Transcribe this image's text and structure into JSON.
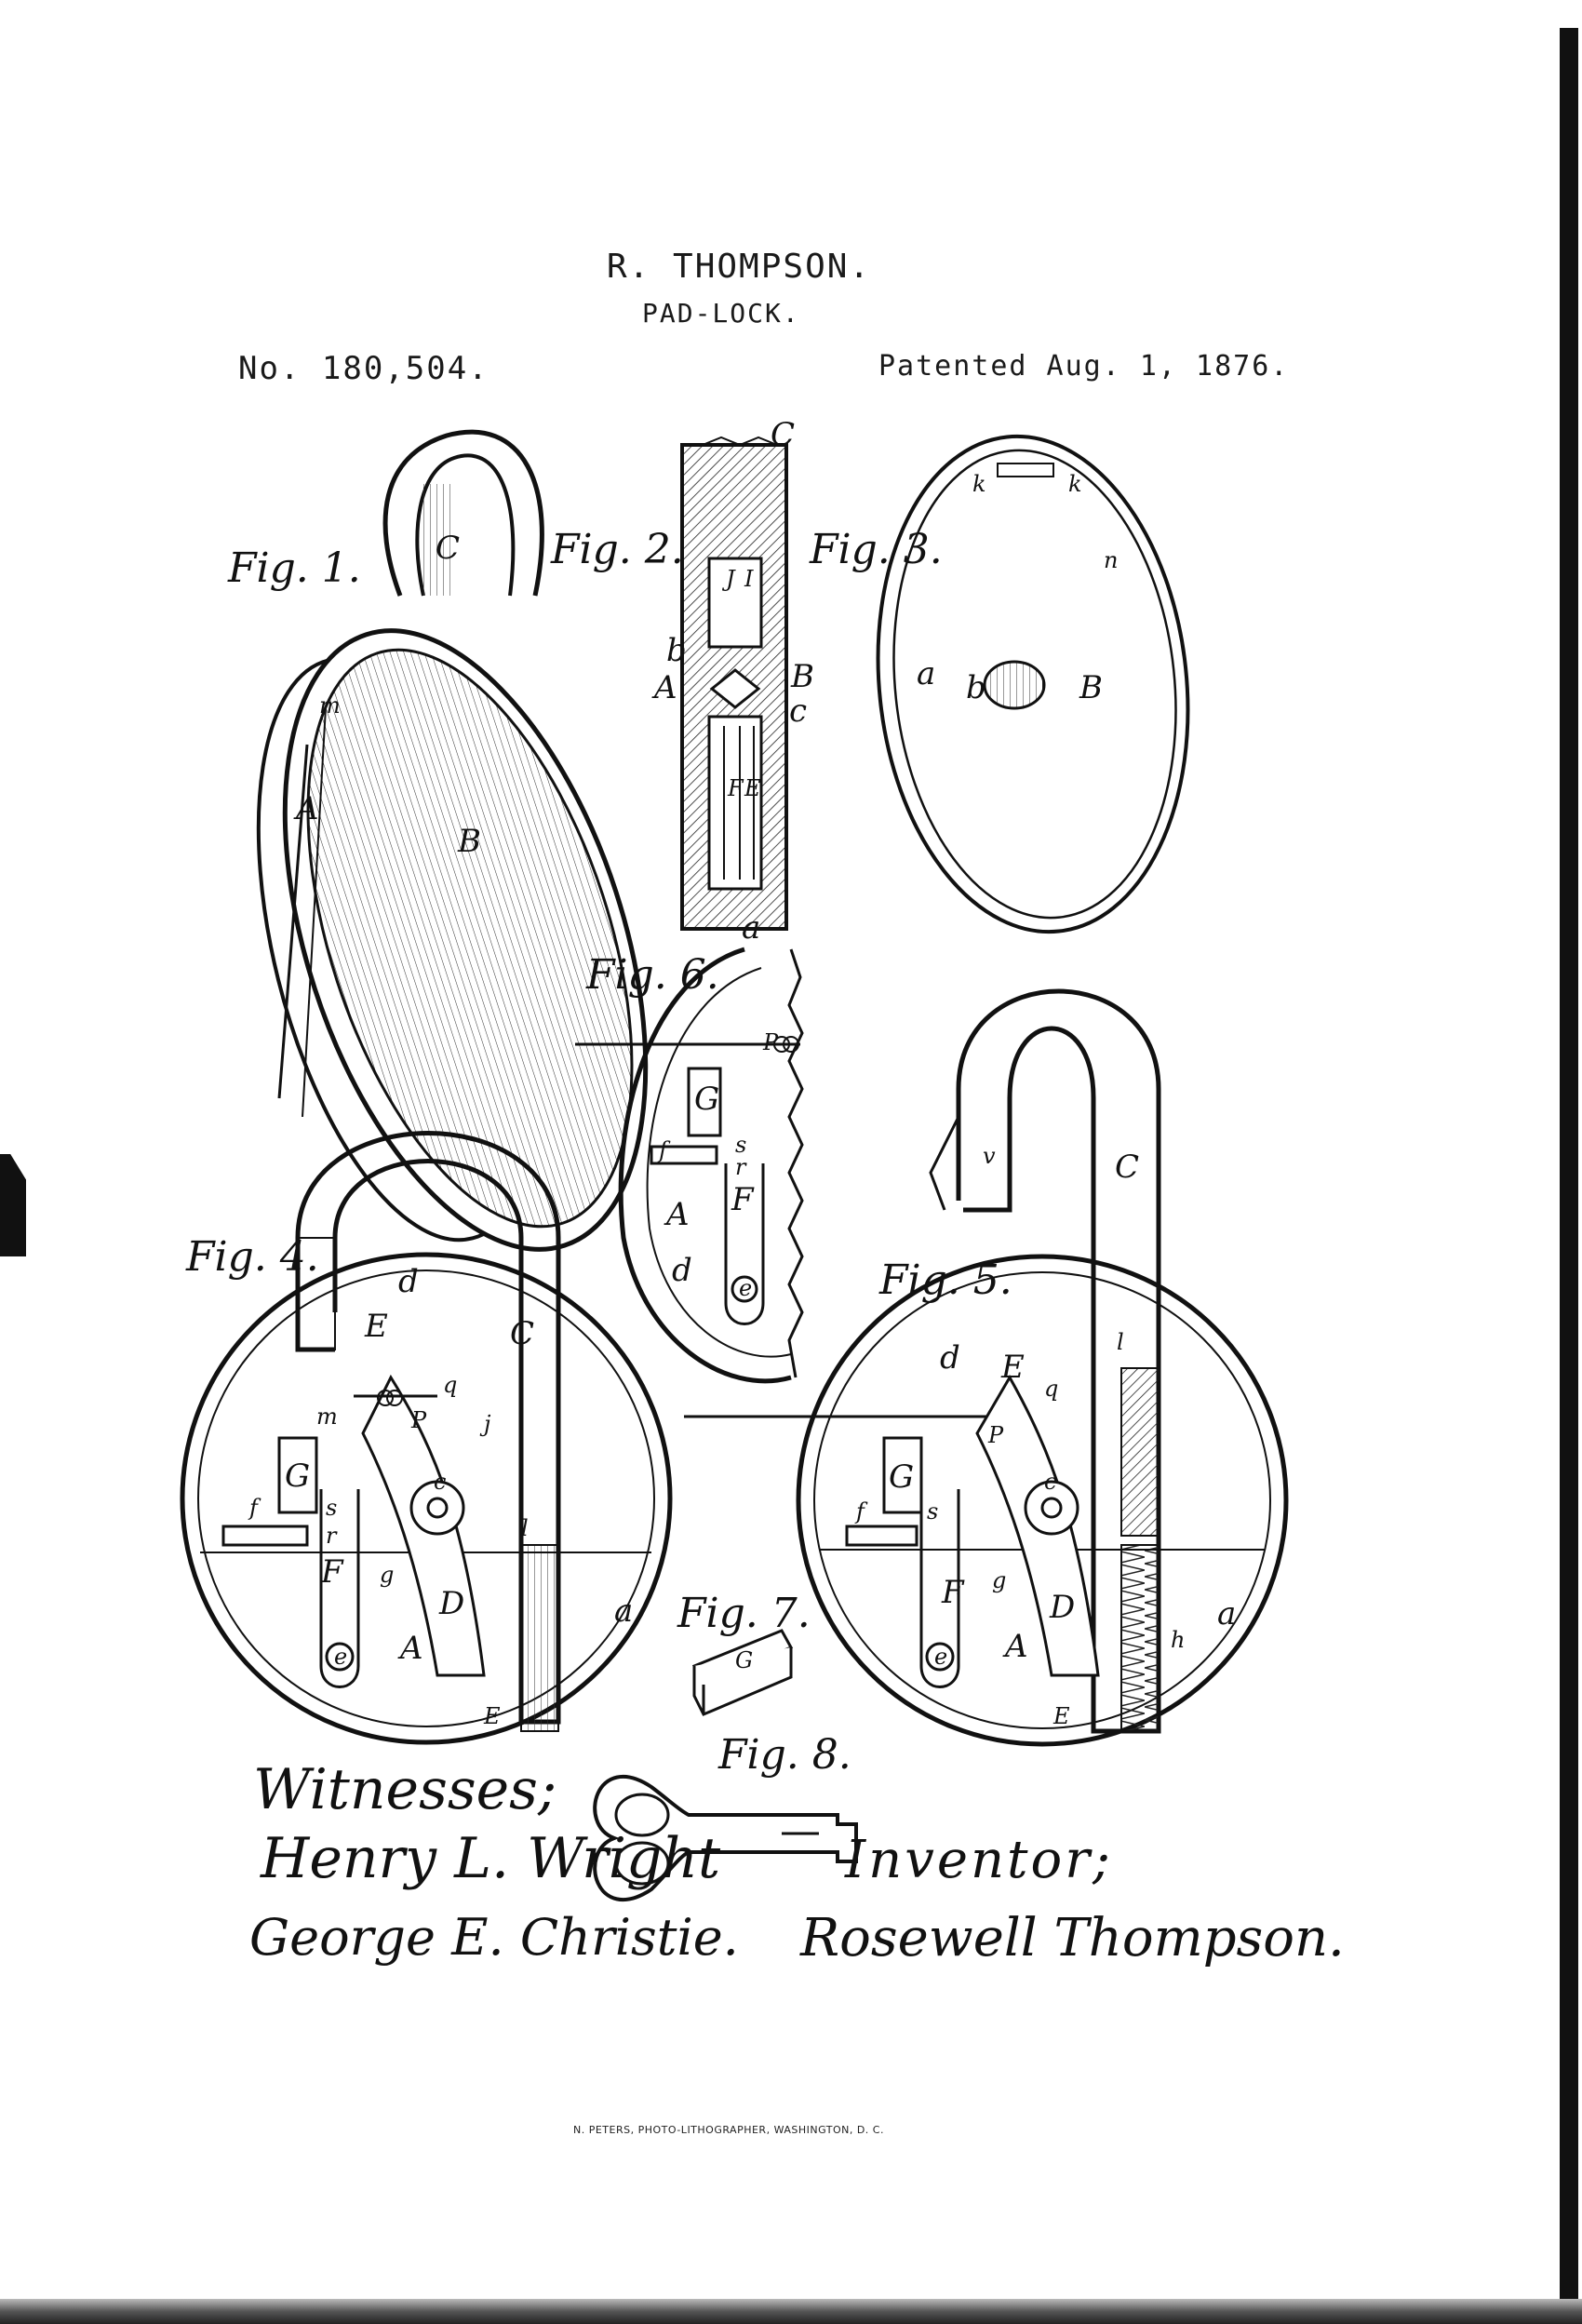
{
  "header": {
    "name": "R. THOMPSON.",
    "title": "PAD-LOCK.",
    "patent_number": "No. 180,504.",
    "patent_date": "Patented Aug. 1, 1876."
  },
  "figures": {
    "fig1": {
      "label": "Fig. 1.",
      "refs": {
        "C": "C",
        "A": "A",
        "B": "B",
        "m": "m"
      }
    },
    "fig2": {
      "label": "Fig. 2.",
      "refs": {
        "C": "C",
        "J": "J",
        "I": "I",
        "b": "b",
        "A": "A",
        "B": "B",
        "c": "c",
        "F": "F",
        "E": "E",
        "a": "a"
      }
    },
    "fig3": {
      "label": "Fig. 3.",
      "refs": {
        "k1": "k",
        "k2": "k",
        "n": "n",
        "a": "a",
        "b": "b",
        "B": "B"
      }
    },
    "fig4": {
      "label": "Fig. 4.",
      "refs": {
        "d": "d",
        "E1": "E",
        "C": "C",
        "q": "q",
        "p": "P",
        "G": "G",
        "f": "f",
        "s": "s",
        "r": "r",
        "F": "F",
        "g": "g",
        "c": "c",
        "D": "D",
        "A": "A",
        "e": "e",
        "E2": "E",
        "a": "a",
        "l": "l",
        "m": "m",
        "j": "j"
      }
    },
    "fig5": {
      "label": "Fig. 5.",
      "refs": {
        "C": "C",
        "d": "d",
        "E1": "E",
        "q": "q",
        "l": "l",
        "p": "P",
        "G": "G",
        "f": "f",
        "s": "s",
        "F": "F",
        "g": "g",
        "c": "c",
        "D": "D",
        "A": "A",
        "e": "e",
        "E2": "E",
        "h": "h",
        "a": "a",
        "v": "v"
      }
    },
    "fig6": {
      "label": "Fig. 6.",
      "refs": {
        "p": "P",
        "G": "G",
        "f": "f",
        "s": "s",
        "r": "r",
        "A": "A",
        "F": "F",
        "d": "d",
        "e": "e"
      }
    },
    "fig7": {
      "label": "Fig. 7.",
      "refs": {
        "G": "G"
      }
    },
    "fig8": {
      "label": "Fig. 8."
    }
  },
  "signatures": {
    "witnesses_label": "Witnesses;",
    "witness1": "Henry L. Wright",
    "witness2": "George E. Christie.",
    "inventor_label": "Inventor;",
    "inventor_name": "Rosewell Thompson."
  },
  "footer": {
    "lithographer": "N. PETERS, PHOTO-LITHOGRAPHER, WASHINGTON, D. C."
  }
}
